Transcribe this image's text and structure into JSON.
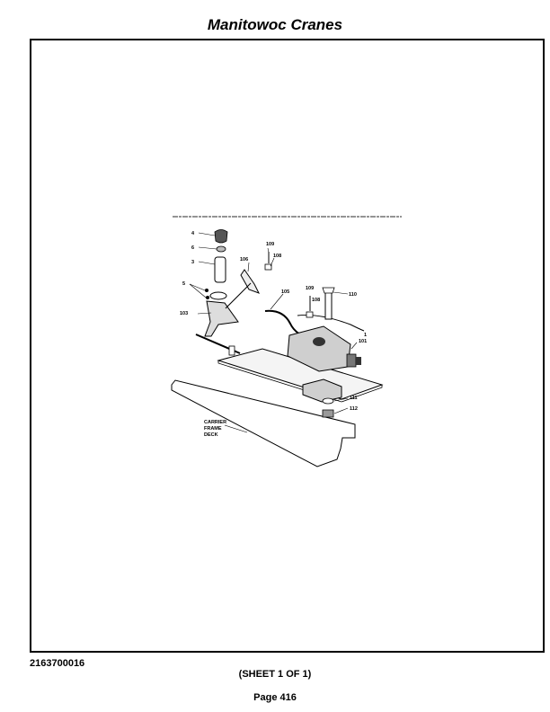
{
  "header": {
    "title": "Manitowoc Cranes"
  },
  "drawing": {
    "callouts": [
      "4",
      "6",
      "3",
      "5",
      "103",
      "109",
      "108",
      "106",
      "105",
      "109",
      "108",
      "110",
      "1",
      "101",
      "111",
      "112"
    ],
    "deck_label": [
      "CARRIER",
      "FRAME",
      "DECK"
    ]
  },
  "footer": {
    "document_number": "2163700016",
    "sheet": "(SHEET 1 OF 1)",
    "page": "Page 416"
  }
}
